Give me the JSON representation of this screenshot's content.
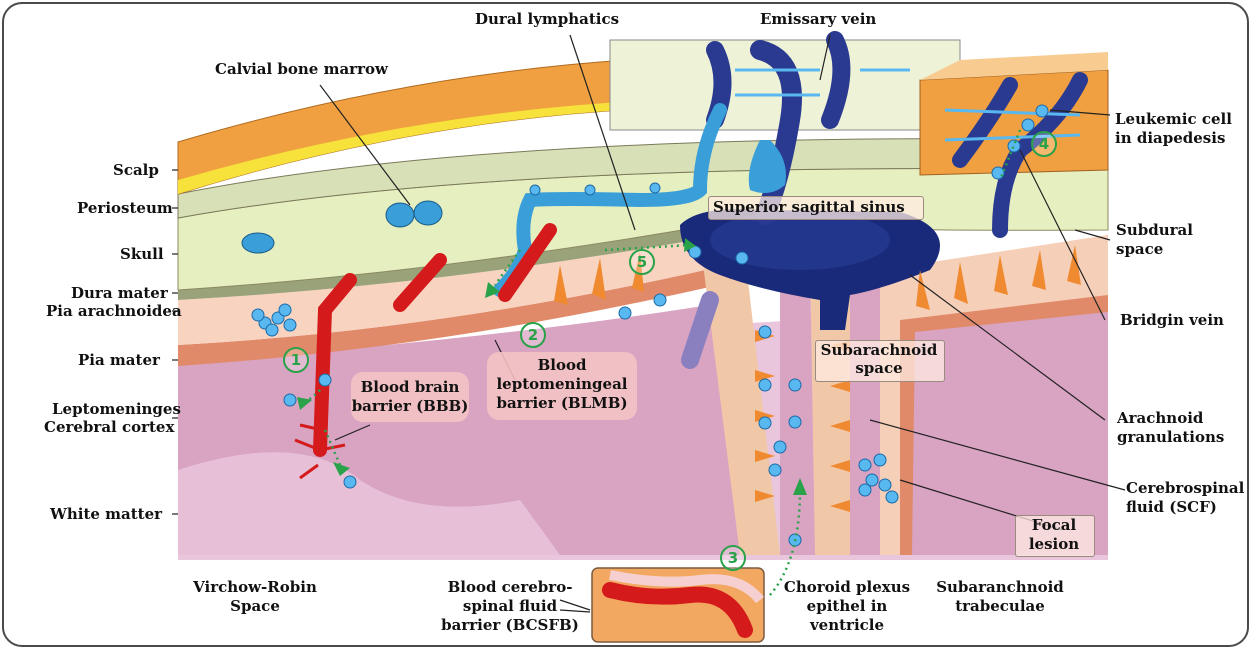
{
  "labels": {
    "dural_lymphatics": "Dural lymphatics",
    "emissary_vein": "Emissary vein",
    "calvial_bone_marrow": "Calvial bone marrow",
    "leukemic_cell_line1": "Leukemic cell",
    "leukemic_cell_line2": "in diapedesis",
    "scalp": "Scalp",
    "periosteum": "Periosteum",
    "skull": "Skull",
    "dura_mater": "Dura mater",
    "pia_arachnoidea": "Pia arachnoidea",
    "pia_mater": "Pia mater",
    "leptomeninges": "Leptomeninges",
    "cerebral_cortex": "Cerebral cortex",
    "white_matter": "White matter",
    "superior_sagittal_sinus": "Superior sagittal sinus",
    "subdural_line1": "Subdural",
    "subdural_line2": "space",
    "bridgin_vein": "Bridgin vein",
    "subarachnoid_line1": "Subarachnoid",
    "subarachnoid_line2": "space",
    "arachnoid_line1": "Arachnoid",
    "arachnoid_line2": "granulations",
    "csf_line1": "Cerebrospinal",
    "csf_line2": "fluid (SCF)",
    "focal_line1": "Focal",
    "focal_line2": "lesion",
    "bbb_line1": "Blood brain",
    "bbb_line2": "barrier (BBB)",
    "blmb_line1": "Blood",
    "blmb_line2": "leptomeningeal",
    "blmb_line3": "barrier (BLMB)",
    "virchow_line1": "Virchow-Robin",
    "virchow_line2": "Space",
    "bcsfb_line1": "Blood  cerebro-",
    "bcsfb_line2": "spinal fluid",
    "bcsfb_line3": "barrier (BCSFB)",
    "choroid_line1": "Choroid plexus",
    "choroid_line2": "epithel in",
    "choroid_line3": "ventricle",
    "trabeculae_line1": "Subaranchnoid",
    "trabeculae_line2": "trabeculae"
  },
  "routes": {
    "r1": "1",
    "r2": "2",
    "r3": "3",
    "r4": "4",
    "r5": "5"
  },
  "colors": {
    "scalp": "#f0a040",
    "periosteum": "#d8e0b8",
    "skull": "#e6efc0",
    "meninges": "#f4c8b0",
    "cortex": "#d9a3c2",
    "white_matter": "#e9c6dc",
    "sinus": "#1a2a7a",
    "vessel": "#d41a1a",
    "lymphatic": "#3a9fd8",
    "cell": "#5ab8f0",
    "route_marker": "#2aa24a"
  }
}
